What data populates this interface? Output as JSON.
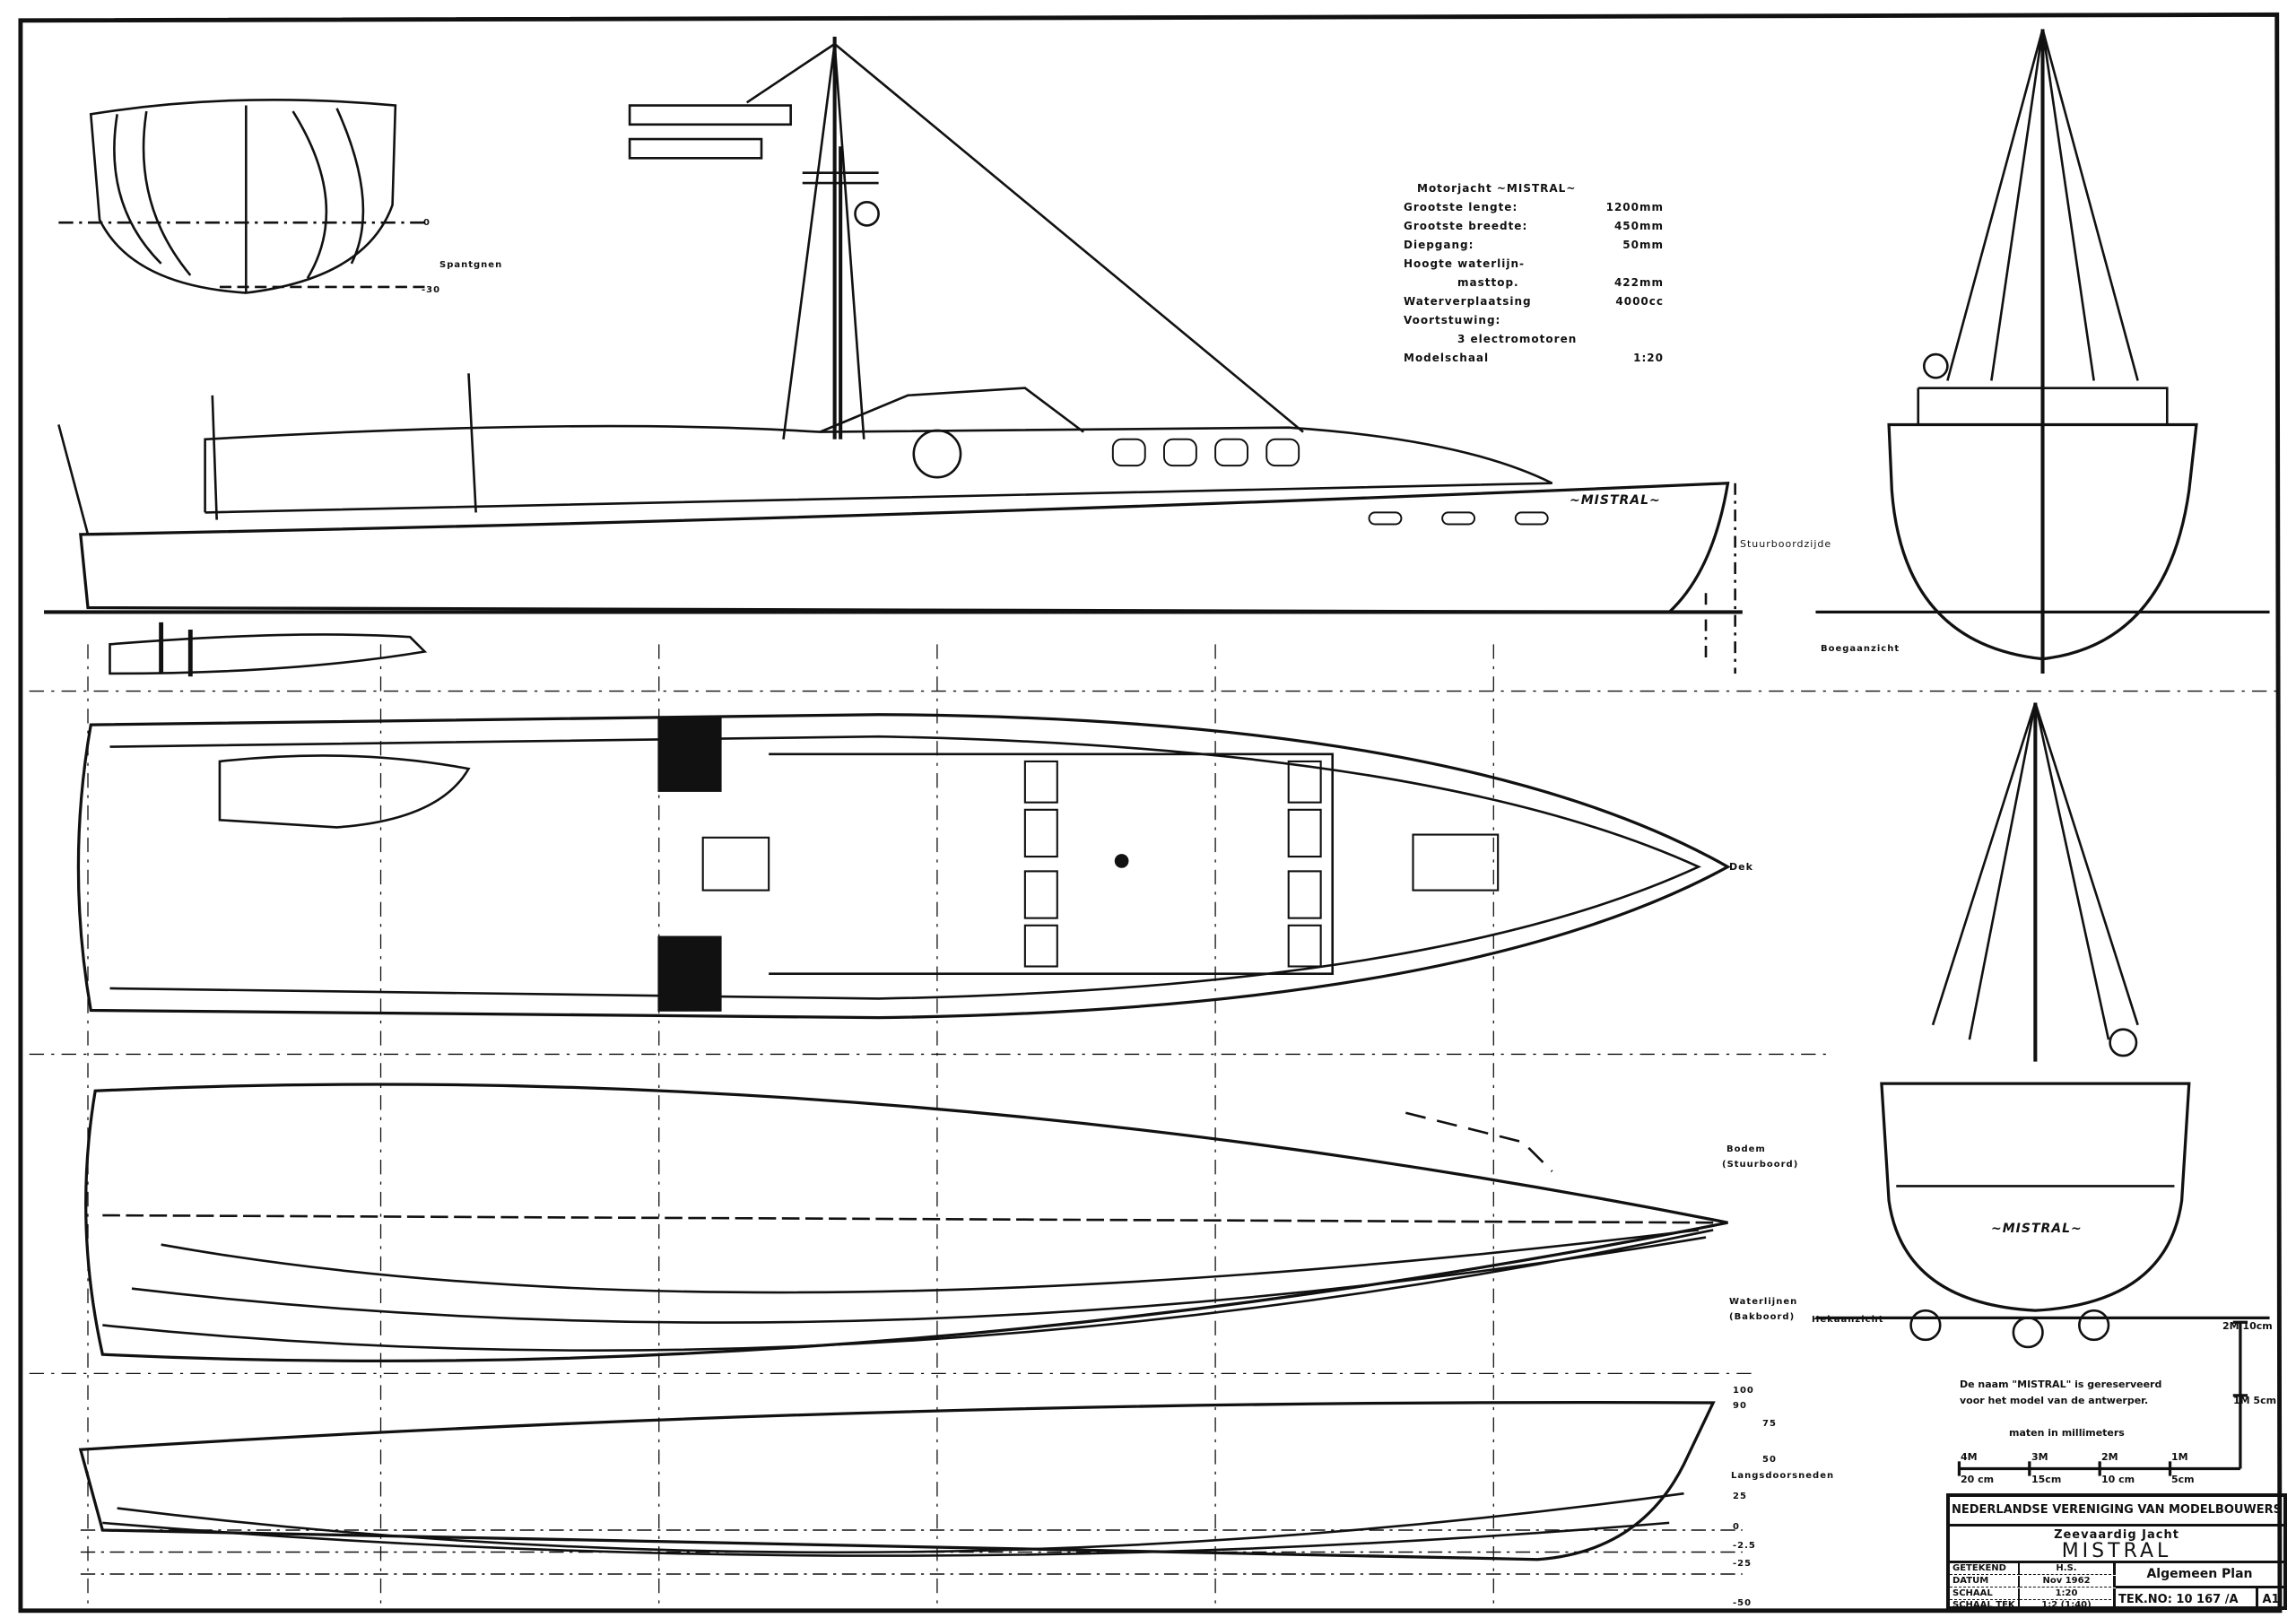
{
  "specs": {
    "title": "Motorjacht ~MISTRAL~",
    "rows": [
      {
        "label": "Grootste lengte:",
        "value": "1200mm"
      },
      {
        "label": "Grootste breedte:",
        "value": "450mm"
      },
      {
        "label": "Diepgang:",
        "value": "50mm"
      },
      {
        "label": "Hoogte waterlijn-",
        "value": ""
      },
      {
        "label": "masttop.",
        "value": "422mm"
      },
      {
        "label": "Waterverplaatsing",
        "value": "4000cc"
      },
      {
        "label": "Voortstuwing:",
        "value": ""
      },
      {
        "label": "3 electromotoren",
        "value": ""
      },
      {
        "label": "Modelschaal",
        "value": "1:20"
      }
    ]
  },
  "views": {
    "body_plan": "Spantgnen",
    "body_plan_value": "-30",
    "body_plan_zero": "0",
    "side": "Stuurboordzijde",
    "hull_name": "~MISTRAL~",
    "bow": "Boegaanzicht",
    "deck": "Dek",
    "bottom": "Bodem",
    "bottom_sub": "(Stuurboord)",
    "waterlines": "Waterlijnen",
    "waterlines_sub": "(Bakboord)",
    "sections": "Langsdoorsneden",
    "stern": "Hekaanzicht",
    "stern_name": "~MISTRAL~"
  },
  "station_marks": [
    "100",
    "90",
    "75",
    "50",
    "25",
    "0",
    "-2.5",
    "-25",
    "-50"
  ],
  "note": {
    "line1": "De naam \"MISTRAL\" is gereserveerd",
    "line2": "voor het model van de antwerper.",
    "units": "maten in millimeters"
  },
  "scale_bar": {
    "top": [
      "4M",
      "3M",
      "2M",
      "1M"
    ],
    "bottom": [
      "20 cm",
      "15cm",
      "10 cm",
      "5cm"
    ],
    "vertical": [
      "2M 10cm",
      "1M 5cm"
    ]
  },
  "title_block": {
    "organisation": "NEDERLANDSE VERENIGING VAN MODELBOUWERS",
    "subtitle": "Zeevaardig Jacht",
    "name": "MISTRAL",
    "fields": [
      {
        "label": "GETEKEND",
        "value": "H.S."
      },
      {
        "label": "DATUM",
        "value": "Nov 1962"
      },
      {
        "label": "SCHAAL",
        "value": "1:20"
      },
      {
        "label": "SCHAAL TEK",
        "value": "1:2 (1:40)"
      }
    ],
    "plan": "Algemeen Plan",
    "tek_no_label": "TEK.NO:",
    "tek_no": "10 167 /A",
    "sheet": "A1"
  }
}
